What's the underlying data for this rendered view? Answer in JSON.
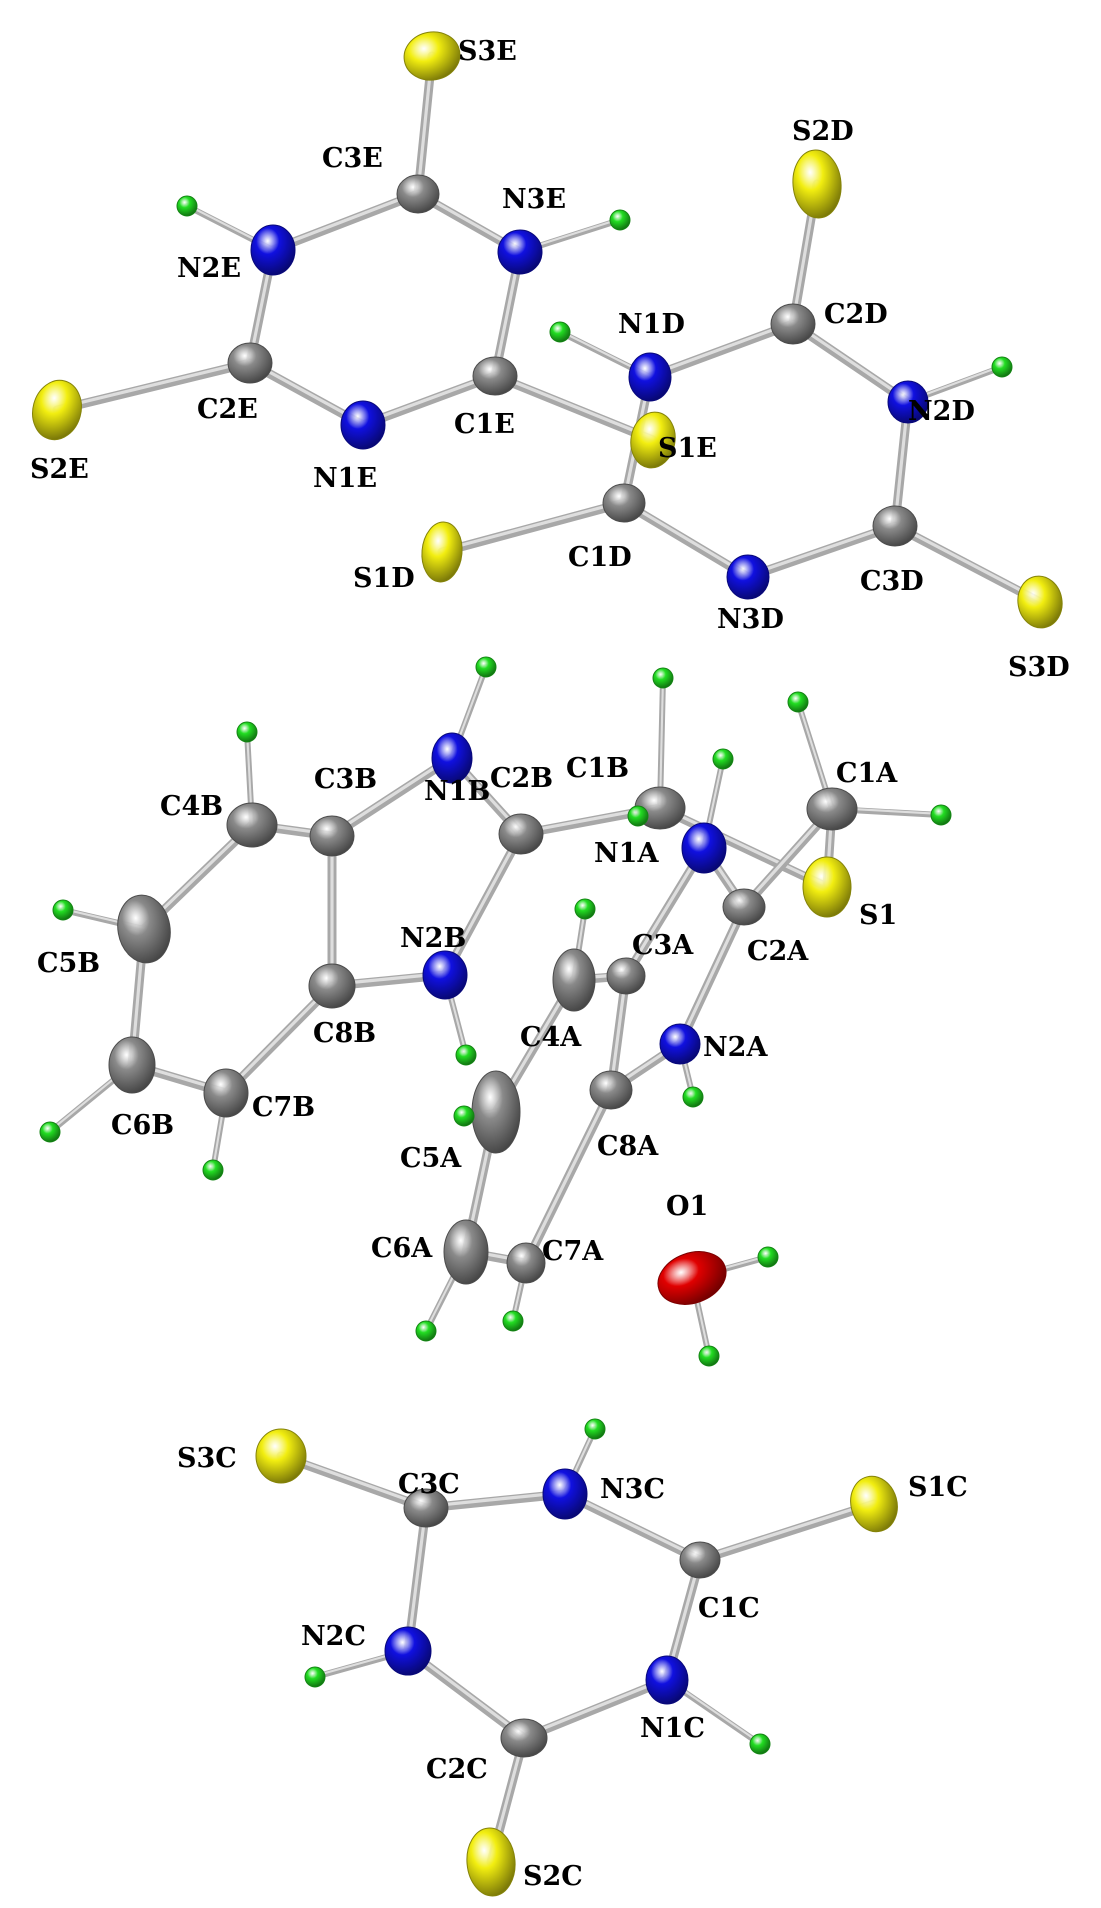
{
  "colors": {
    "C": "#8a8a8a",
    "N": "#1010e0",
    "S": "#f2ee10",
    "O": "#e00000",
    "H": "#22dd22",
    "bond": "#a8a8a8",
    "bond_hi": "#dedede"
  },
  "atoms": [
    {
      "id": "S3E",
      "el": "S",
      "label": "S3E"
    },
    {
      "id": "C3E",
      "el": "C",
      "label": "C3E"
    },
    {
      "id": "N3E",
      "el": "N",
      "label": "N3E"
    },
    {
      "id": "N2E",
      "el": "N",
      "label": "N2E"
    },
    {
      "id": "C2E",
      "el": "C",
      "label": "C2E"
    },
    {
      "id": "S2E",
      "el": "S",
      "label": "S2E"
    },
    {
      "id": "N1E",
      "el": "N",
      "label": "N1E"
    },
    {
      "id": "C1E",
      "el": "C",
      "label": "C1E"
    },
    {
      "id": "S1E",
      "el": "S",
      "label": "S1E"
    },
    {
      "id": "S2D",
      "el": "S",
      "label": "S2D"
    },
    {
      "id": "C2D",
      "el": "C",
      "label": "C2D"
    },
    {
      "id": "N1D",
      "el": "N",
      "label": "N1D"
    },
    {
      "id": "N2D",
      "el": "N",
      "label": "N2D"
    },
    {
      "id": "C1D",
      "el": "C",
      "label": "C1D"
    },
    {
      "id": "S1D",
      "el": "S",
      "label": "S1D"
    },
    {
      "id": "N3D",
      "el": "N",
      "label": "N3D"
    },
    {
      "id": "C3D",
      "el": "C",
      "label": "C3D"
    },
    {
      "id": "S3D",
      "el": "S",
      "label": "S3D"
    },
    {
      "id": "N1B",
      "el": "N",
      "label": "N1B"
    },
    {
      "id": "C2B",
      "el": "C",
      "label": "C2B"
    },
    {
      "id": "C1B",
      "el": "C",
      "label": "C1B"
    },
    {
      "id": "C1A",
      "el": "C",
      "label": "C1A"
    },
    {
      "id": "S1",
      "el": "S",
      "label": "S1"
    },
    {
      "id": "N1A",
      "el": "N",
      "label": "N1A"
    },
    {
      "id": "C2A",
      "el": "C",
      "label": "C2A"
    },
    {
      "id": "C3B",
      "el": "C",
      "label": "C3B"
    },
    {
      "id": "C4B",
      "el": "C",
      "label": "C4B"
    },
    {
      "id": "C5B",
      "el": "C",
      "label": "C5B"
    },
    {
      "id": "C6B",
      "el": "C",
      "label": "C6B"
    },
    {
      "id": "C7B",
      "el": "C",
      "label": "C7B"
    },
    {
      "id": "C8B",
      "el": "C",
      "label": "C8B"
    },
    {
      "id": "N2B",
      "el": "N",
      "label": "N2B"
    },
    {
      "id": "C3A",
      "el": "C",
      "label": "C3A"
    },
    {
      "id": "C4A",
      "el": "C",
      "label": "C4A"
    },
    {
      "id": "N2A",
      "el": "N",
      "label": "N2A"
    },
    {
      "id": "C8A",
      "el": "C",
      "label": "C8A"
    },
    {
      "id": "C5A",
      "el": "C",
      "label": "C5A"
    },
    {
      "id": "C6A",
      "el": "C",
      "label": "C6A"
    },
    {
      "id": "C7A",
      "el": "C",
      "label": "C7A"
    },
    {
      "id": "O1",
      "el": "O",
      "label": "O1"
    },
    {
      "id": "S3C",
      "el": "S",
      "label": "S3C"
    },
    {
      "id": "C3C",
      "el": "C",
      "label": "C3C"
    },
    {
      "id": "N3C",
      "el": "N",
      "label": "N3C"
    },
    {
      "id": "C1C",
      "el": "C",
      "label": "C1C"
    },
    {
      "id": "S1C",
      "el": "S",
      "label": "S1C"
    },
    {
      "id": "N2C",
      "el": "N",
      "label": "N2C"
    },
    {
      "id": "N1C",
      "el": "N",
      "label": "N1C"
    },
    {
      "id": "C2C",
      "el": "C",
      "label": "C2C"
    },
    {
      "id": "S2C",
      "el": "S",
      "label": "S2C"
    }
  ],
  "bonds": [
    [
      "S3E",
      "C3E"
    ],
    [
      "C3E",
      "N3E"
    ],
    [
      "C3E",
      "N2E"
    ],
    [
      "N2E",
      "C2E"
    ],
    [
      "C2E",
      "S2E"
    ],
    [
      "C2E",
      "N1E"
    ],
    [
      "N1E",
      "C1E"
    ],
    [
      "C1E",
      "N3E"
    ],
    [
      "C1E",
      "S1E"
    ],
    [
      "S2D",
      "C2D"
    ],
    [
      "C2D",
      "N1D"
    ],
    [
      "C2D",
      "N2D"
    ],
    [
      "N2D",
      "C3D"
    ],
    [
      "C3D",
      "S3D"
    ],
    [
      "C3D",
      "N3D"
    ],
    [
      "N3D",
      "C1D"
    ],
    [
      "C1D",
      "N1D"
    ],
    [
      "C1D",
      "S1D"
    ],
    [
      "C1B",
      "C2B"
    ],
    [
      "C2B",
      "N1B"
    ],
    [
      "C2B",
      "N2B"
    ],
    [
      "N1B",
      "C3B"
    ],
    [
      "C3B",
      "C8B"
    ],
    [
      "C8B",
      "N2B"
    ],
    [
      "C3B",
      "C4B"
    ],
    [
      "C4B",
      "C5B"
    ],
    [
      "C5B",
      "C6B"
    ],
    [
      "C6B",
      "C7B"
    ],
    [
      "C7B",
      "C8B"
    ],
    [
      "C1B",
      "S1"
    ],
    [
      "S1",
      "C1A"
    ],
    [
      "C1A",
      "C2A"
    ],
    [
      "C2A",
      "N1A"
    ],
    [
      "C2A",
      "N2A"
    ],
    [
      "N1A",
      "C3A"
    ],
    [
      "C3A",
      "C8A"
    ],
    [
      "C8A",
      "N2A"
    ],
    [
      "C3A",
      "C4A"
    ],
    [
      "C4A",
      "C5A"
    ],
    [
      "C5A",
      "C6A"
    ],
    [
      "C6A",
      "C7A"
    ],
    [
      "C7A",
      "C8A"
    ],
    [
      "S3C",
      "C3C"
    ],
    [
      "C3C",
      "N3C"
    ],
    [
      "N3C",
      "C1C"
    ],
    [
      "C1C",
      "S1C"
    ],
    [
      "C1C",
      "N1C"
    ],
    [
      "N1C",
      "C2C"
    ],
    [
      "C2C",
      "N2C"
    ],
    [
      "N2C",
      "C3C"
    ],
    [
      "C2C",
      "S2C"
    ]
  ]
}
